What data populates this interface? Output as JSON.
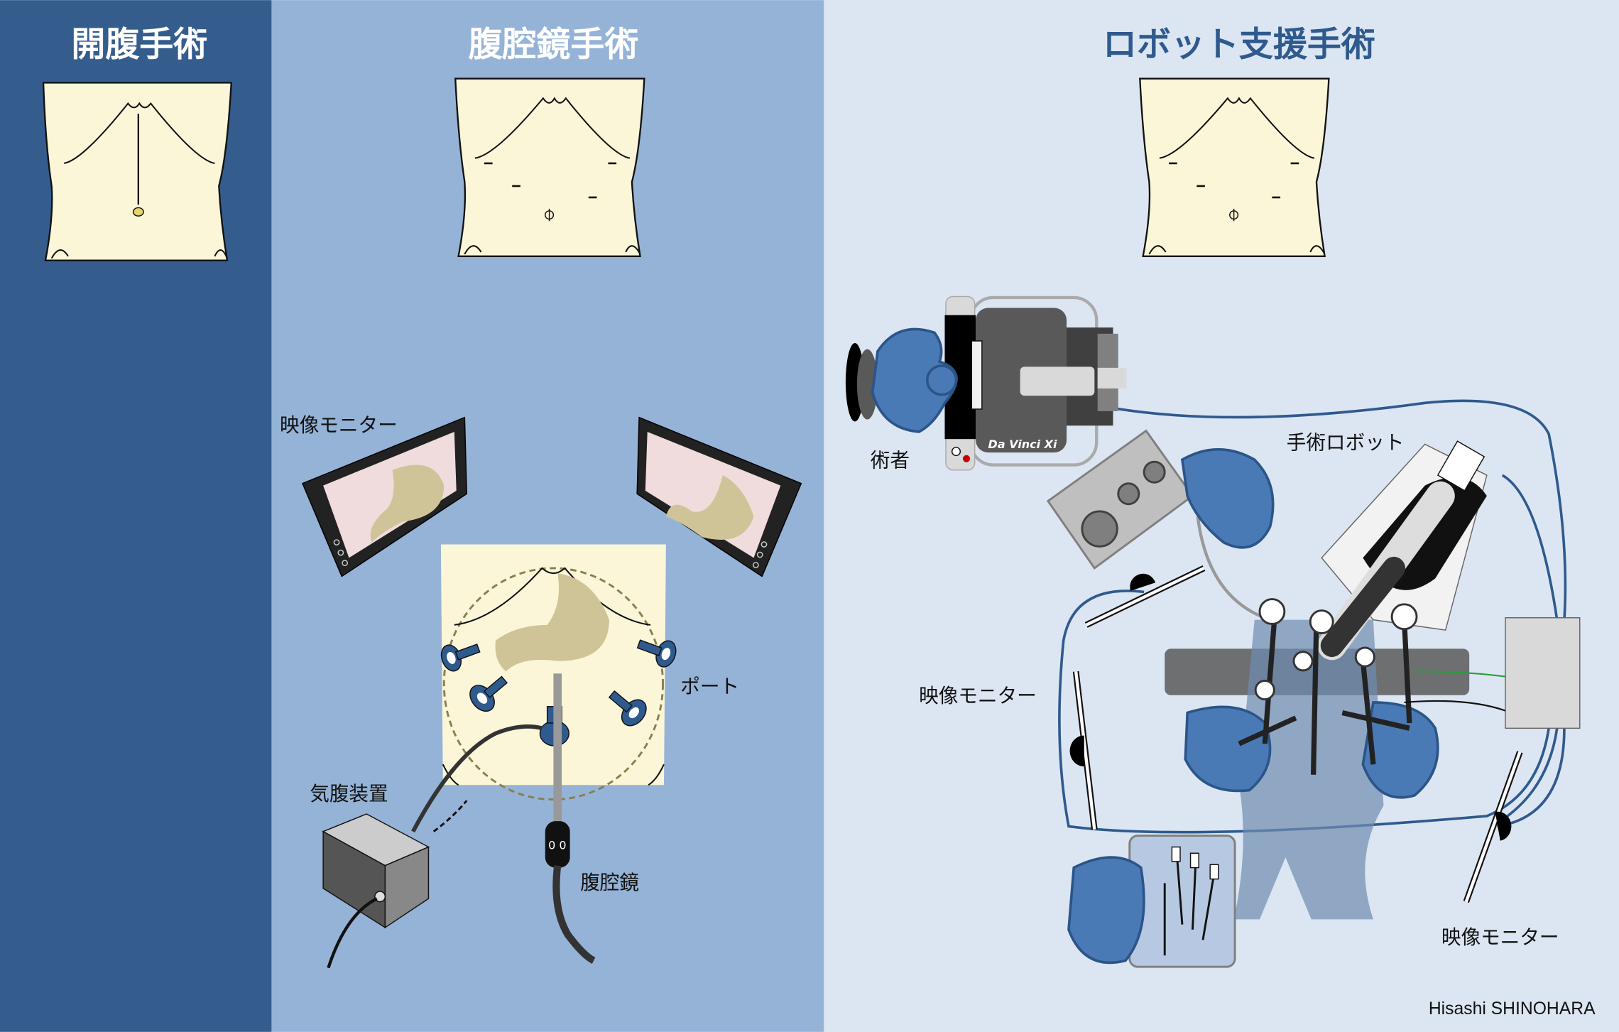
{
  "panels": {
    "open": {
      "title": "開腹手術"
    },
    "laparoscopic": {
      "title": "腹腔鏡手術",
      "labels": {
        "monitor": "映像モニター",
        "port": "ポート",
        "insufflator": "気腹装置",
        "laparoscope": "腹腔鏡"
      }
    },
    "robotic": {
      "title": "ロボット支援手術",
      "labels": {
        "surgeon": "術者",
        "robot": "手術ロボット",
        "monitor_left": "映像モニター",
        "monitor_right": "映像モニター",
        "console_brand": "Da Vinci Xi"
      }
    }
  },
  "credit": "Hisashi SHINOHARA",
  "colors": {
    "open_bg": "#345d8e",
    "lap_bg": "#95b3d7",
    "robot_bg": "#dce6f2",
    "robot_title": "#2f5a8e",
    "skin": "#fcf6d8",
    "scrubs": "#4a7ab5"
  }
}
